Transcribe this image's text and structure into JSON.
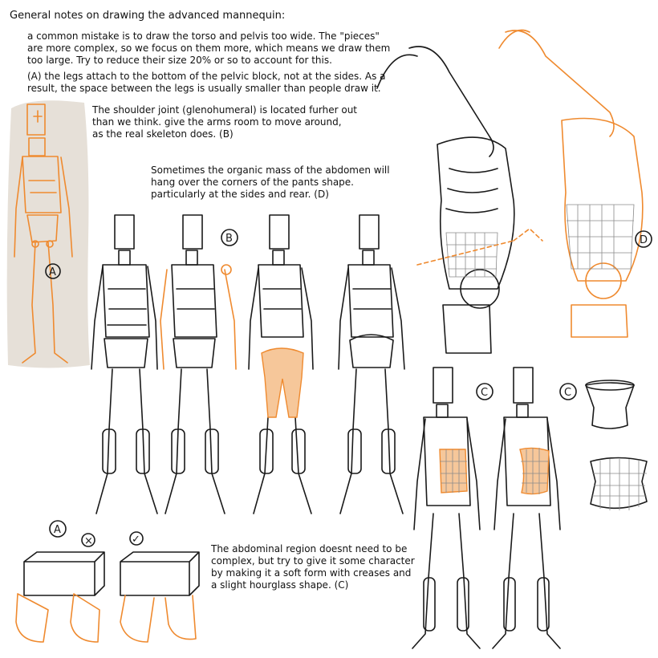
{
  "title": "General notes on drawing the advanced mannequin:",
  "notes": {
    "torso_width": "a common mistake is to draw the torso and pelvis too wide. The \"pieces\" are more complex, so we focus on them more, which means we draw them too large.  Try to reduce their size 20% or so to account for this.",
    "legs": "(A) the legs attach to the bottom of the pelvic block, not at the sides. As a result, the space between the legs is usually smaller than people draw it.",
    "shoulder": "The shoulder joint (glenohumeral) is located furher out\nthan we think.  give the arms room to move around,\nas the real skeleton does. (B)",
    "abdomen_mass": "Sometimes the organic mass of the abdomen will\nhang over the corners of the pants shape.\nparticularly at the sides and rear. (D)",
    "abdominal_region": "The abdominal region doesnt need to be\ncomplex, but try to give it some character\nby making it a soft form with creases and\na slight hourglass shape. (C)"
  },
  "labels": {
    "a": "A",
    "b": "B",
    "c": "C",
    "d": "D",
    "wrong": "×",
    "right": "✓"
  },
  "colors": {
    "ink": "#1a1a1a",
    "accent": "#ef8a2f",
    "panel": "#e6e0d8",
    "grid": "#8a8a8a"
  }
}
